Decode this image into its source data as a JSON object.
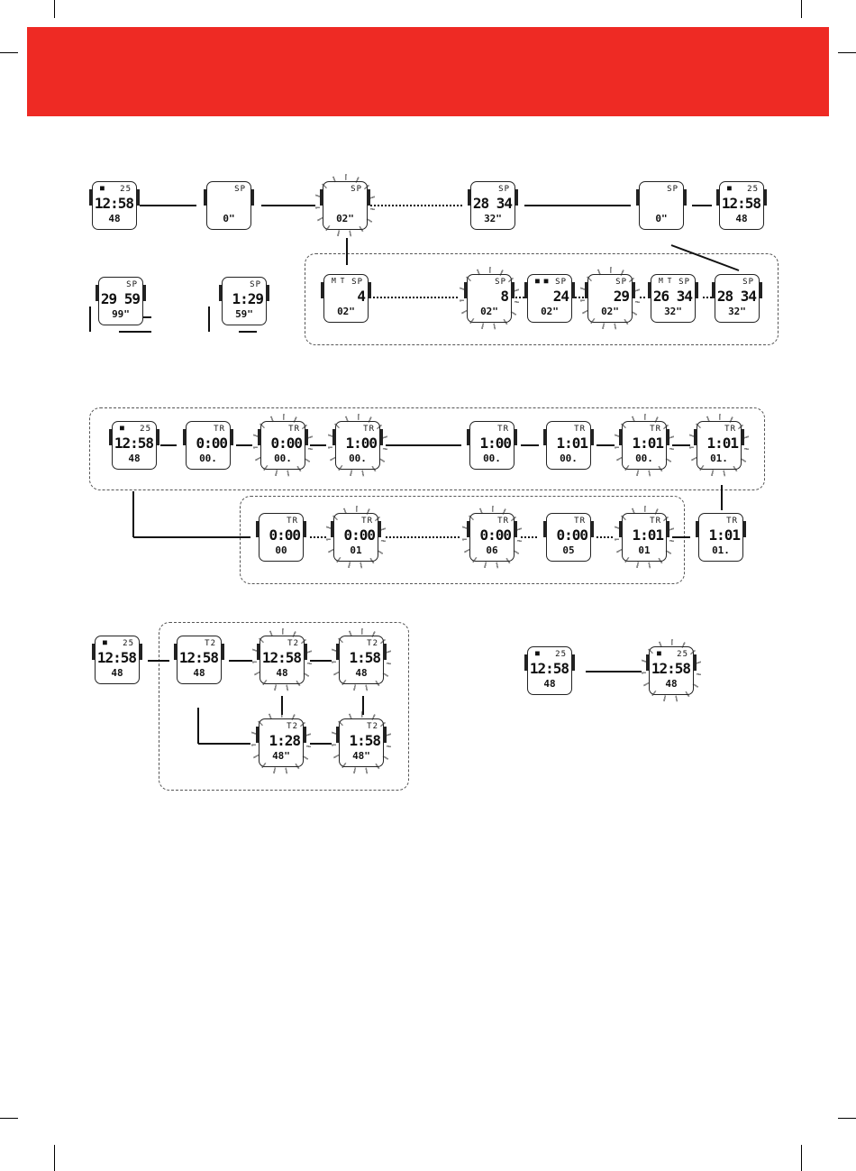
{
  "banner": {
    "color": "#ee2a24"
  },
  "watches": [
    {
      "id": "r1a",
      "top": "",
      "ind": "25",
      "main": "12:58",
      "bot": "48",
      "mark": "■",
      "blink": false
    },
    {
      "id": "r1b",
      "top": "SP",
      "ind": "",
      "main": "",
      "bot": "0\"",
      "blink": false
    },
    {
      "id": "r1c",
      "top": "SP",
      "ind": "",
      "main": "",
      "bot": "02\"",
      "blink": true
    },
    {
      "id": "r1d",
      "top": "SP",
      "ind": "",
      "main": "28 34",
      "bot": "32\"",
      "blink": false
    },
    {
      "id": "r1e",
      "top": "SP",
      "ind": "",
      "main": "",
      "bot": "0\"",
      "blink": false
    },
    {
      "id": "r1f",
      "top": "",
      "ind": "25",
      "main": "12:58",
      "bot": "48",
      "mark": "■",
      "blink": false
    },
    {
      "id": "r2a",
      "top": "SP",
      "ind": "",
      "main": "29 59",
      "bot": "99\"",
      "blink": false
    },
    {
      "id": "r2b",
      "top": "SP",
      "ind": "",
      "main": "1:29",
      "bot": "59\"",
      "blink": false
    },
    {
      "id": "r2c",
      "top": "SP",
      "ind": "",
      "main": "4",
      "bot": "02\"",
      "mark": "M T",
      "blink": false
    },
    {
      "id": "r2d",
      "top": "SP",
      "ind": "",
      "main": "8",
      "bot": "02\"",
      "blink": true
    },
    {
      "id": "r2e",
      "top": "SP",
      "ind": "",
      "main": "24",
      "bot": "02\"",
      "mark": "■ ■",
      "blink": false
    },
    {
      "id": "r2f",
      "top": "SP",
      "ind": "",
      "main": "29",
      "bot": "02\"",
      "blink": true
    },
    {
      "id": "r2g",
      "top": "SP",
      "ind": "",
      "main": "26 34",
      "bot": "32\"",
      "mark": "M T",
      "blink": false
    },
    {
      "id": "r2h",
      "top": "SP",
      "ind": "",
      "main": "28 34",
      "bot": "32\"",
      "blink": false
    },
    {
      "id": "r3a",
      "top": "",
      "ind": "25",
      "main": "12:58",
      "bot": "48",
      "mark": "■",
      "blink": false
    },
    {
      "id": "r3b",
      "top": "TR",
      "ind": "",
      "main": "0:00",
      "bot": "00.",
      "blink": false
    },
    {
      "id": "r3c",
      "top": "TR",
      "ind": "",
      "main": "0:00",
      "bot": "00.",
      "blink": true
    },
    {
      "id": "r3d",
      "top": "TR",
      "ind": "",
      "main": "1:00",
      "bot": "00.",
      "blink": true
    },
    {
      "id": "r3e",
      "top": "TR",
      "ind": "",
      "main": "1:00",
      "bot": "00.",
      "blink": false
    },
    {
      "id": "r3f",
      "top": "TR",
      "ind": "",
      "main": "1:01",
      "bot": "00.",
      "blink": false
    },
    {
      "id": "r3g",
      "top": "TR",
      "ind": "",
      "main": "1:01",
      "bot": "00.",
      "blink": true
    },
    {
      "id": "r3h",
      "top": "TR",
      "ind": "",
      "main": "1:01",
      "bot": "01.",
      "blink": true
    },
    {
      "id": "r4a",
      "top": "TR",
      "ind": "",
      "main": "0:00",
      "bot": "00",
      "blink": false
    },
    {
      "id": "r4b",
      "top": "TR",
      "ind": "",
      "main": "0:00",
      "bot": "01",
      "blink": true
    },
    {
      "id": "r4c",
      "top": "TR",
      "ind": "",
      "main": "0:00",
      "bot": "06",
      "blink": true
    },
    {
      "id": "r4d",
      "top": "TR",
      "ind": "",
      "main": "0:00",
      "bot": "05",
      "blink": false
    },
    {
      "id": "r4e",
      "top": "TR",
      "ind": "",
      "main": "1:01",
      "bot": "01",
      "blink": true
    },
    {
      "id": "r4f",
      "top": "TR",
      "ind": "",
      "main": "1:01",
      "bot": "01.",
      "blink": false
    },
    {
      "id": "r5a",
      "top": "",
      "ind": "25",
      "main": "12:58",
      "bot": "48",
      "mark": "■",
      "blink": false
    },
    {
      "id": "r5b",
      "top": "T2",
      "ind": "",
      "main": "12:58",
      "bot": "48",
      "blink": false
    },
    {
      "id": "r5c",
      "top": "T2",
      "ind": "",
      "main": "12:58",
      "bot": "48",
      "blink": true
    },
    {
      "id": "r5d",
      "top": "T2",
      "ind": "",
      "main": "1:58",
      "bot": "48",
      "blink": true
    },
    {
      "id": "r6a",
      "top": "T2",
      "ind": "",
      "main": "1:28",
      "bot": "48\"",
      "blink": true
    },
    {
      "id": "r6b",
      "top": "T2",
      "ind": "",
      "main": "1:58",
      "bot": "48\"",
      "blink": true
    },
    {
      "id": "r7a",
      "top": "",
      "ind": "25",
      "main": "12:58",
      "bot": "48",
      "mark": "■",
      "blink": false
    },
    {
      "id": "r7b",
      "top": "",
      "ind": "25",
      "main": "12:58",
      "bot": "48",
      "mark": "■",
      "blink": true
    }
  ]
}
